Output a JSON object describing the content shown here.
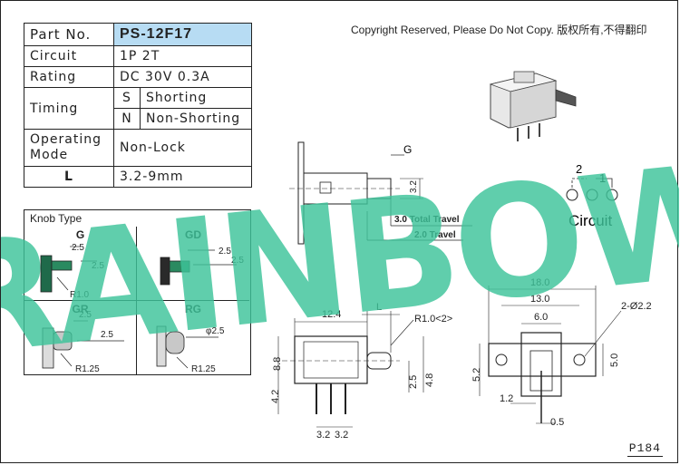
{
  "header": {
    "copyright": "Copyright Reserved, Please Do Not Copy. 版权所有,不得翻印",
    "page_number": "P184"
  },
  "spec_table": {
    "part_no_label": "Part No.",
    "part_no_value": "PS-12F17",
    "circuit_label": "Circuit",
    "circuit_value": "1P 2T",
    "rating_label": "Rating",
    "rating_value": "DC 30V 0.3A",
    "timing_label": "Timing",
    "timing_s_code": "S",
    "timing_s_value": "Shorting",
    "timing_n_code": "N",
    "timing_n_value": "Non-Shorting",
    "mode_label_line1": "Operating",
    "mode_label_line2": "Mode",
    "mode_value": "Non-Lock",
    "l_label": "L",
    "l_value": "3.2-9mm"
  },
  "knob_type": {
    "title": "Knob Type",
    "cells": [
      {
        "label": "G",
        "dims": [
          "2.5",
          "2.5",
          "R1.0"
        ]
      },
      {
        "label": "GD",
        "dims": [
          "2.5",
          "2.5"
        ]
      },
      {
        "label": "GR",
        "dims": [
          "2.5",
          "2.5",
          "R1.25"
        ]
      },
      {
        "label": "RG",
        "dims": [
          "φ2.5",
          "R1.25"
        ]
      }
    ]
  },
  "side_view": {
    "knob_label": "G",
    "height_dim": "3.2",
    "travel_total": "3.0 Total Travel",
    "travel_half": "2.0 Travel"
  },
  "circuit": {
    "title": "Circuit",
    "pin_2": "2",
    "pin_1": "1"
  },
  "front_view": {
    "width_dim": "12.4",
    "l_dim": "L",
    "radius_dim": "R1.0<2>",
    "height_8_8": "8.8",
    "height_4_2": "4.2",
    "height_2_5": "2.5",
    "height_4_8": "4.8",
    "pitch_1": "3.2",
    "pitch_2": "3.2"
  },
  "top_view": {
    "width_18": "18.0",
    "width_13": "13.0",
    "width_6": "6.0",
    "hole_dim": "2-Ø2.2",
    "height_5_2": "5.2",
    "height_5_0": "5.0",
    "dim_1_2": "1.2",
    "dim_0_5": "0.5"
  },
  "watermark": {
    "text": "RAINBOW",
    "color": "#3ec49a"
  }
}
